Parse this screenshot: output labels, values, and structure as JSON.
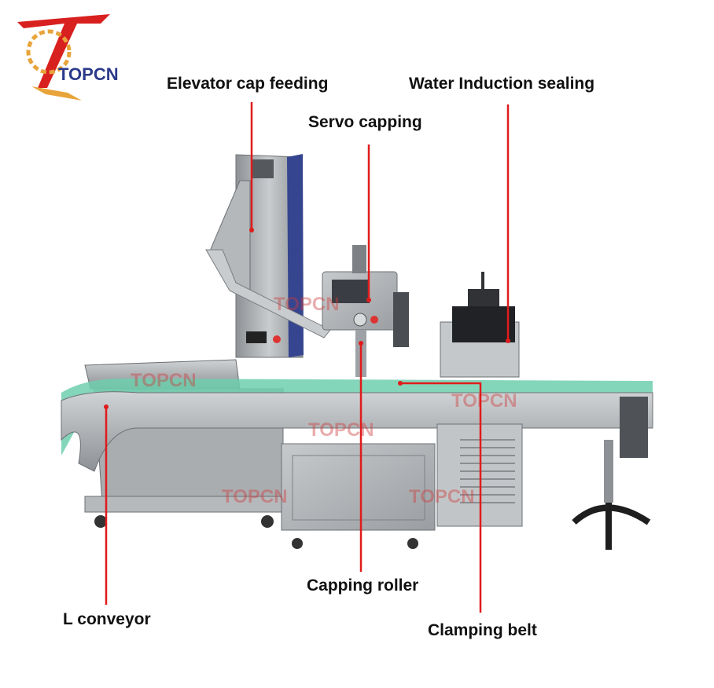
{
  "brand": {
    "logo_text": "TOPCN",
    "watermark_text": "TOPCN"
  },
  "labels": {
    "elevator": "Elevator cap feeding",
    "induction": "Water Induction sealing",
    "servo": "Servo capping",
    "roller": "Capping roller",
    "conveyor": "L conveyor",
    "belt": "Clamping belt"
  },
  "colors": {
    "leader_line": "#e01b1b",
    "steel": "#b9bcbf",
    "belt_green": "#6fcfae",
    "logo_red": "#d8201f",
    "logo_blue": "#2b3a8a"
  }
}
